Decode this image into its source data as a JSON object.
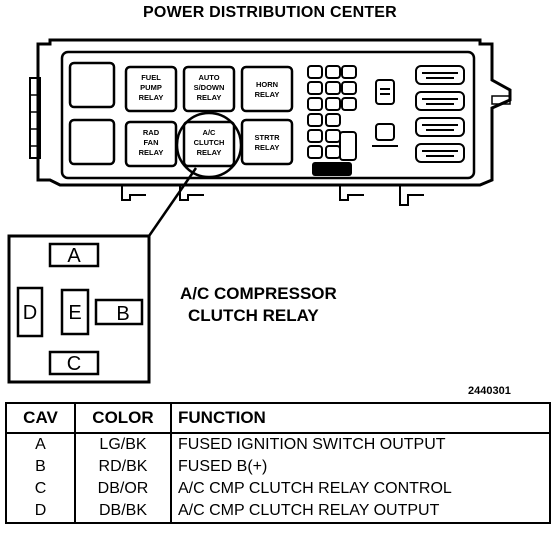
{
  "title": "POWER DISTRIBUTION CENTER",
  "relays": [
    {
      "lines": [
        "FUEL",
        "PUMP",
        "RELAY"
      ]
    },
    {
      "lines": [
        "AUTO",
        "S/DOWN",
        "RELAY"
      ]
    },
    {
      "lines": [
        "HORN",
        "RELAY"
      ]
    },
    {
      "lines": [
        "RAD",
        "FAN",
        "RELAY"
      ]
    },
    {
      "lines": [
        "A/C",
        "CLUTCH",
        "RELAY"
      ]
    },
    {
      "lines": [
        "STRTR",
        "RELAY"
      ]
    }
  ],
  "connector": {
    "pins": {
      "a": "A",
      "b": "B",
      "c": "C",
      "d": "D",
      "e": "E"
    },
    "caption_line1": "A/C COMPRESSOR",
    "caption_line2": "CLUTCH RELAY"
  },
  "figure_ref": "2440301",
  "table": {
    "headers": {
      "cav": "CAV",
      "color": "COLOR",
      "function": "FUNCTION"
    },
    "rows": [
      {
        "cav": "A",
        "color": "LG/BK",
        "function": "FUSED IGNITION SWITCH OUTPUT"
      },
      {
        "cav": "B",
        "color": "RD/BK",
        "function": "FUSED B(+)"
      },
      {
        "cav": "C",
        "color": "DB/OR",
        "function": "A/C CMP CLUTCH RELAY CONTROL"
      },
      {
        "cav": "D",
        "color": "DB/BK",
        "function": "A/C CMP CLUTCH RELAY OUTPUT"
      }
    ]
  }
}
